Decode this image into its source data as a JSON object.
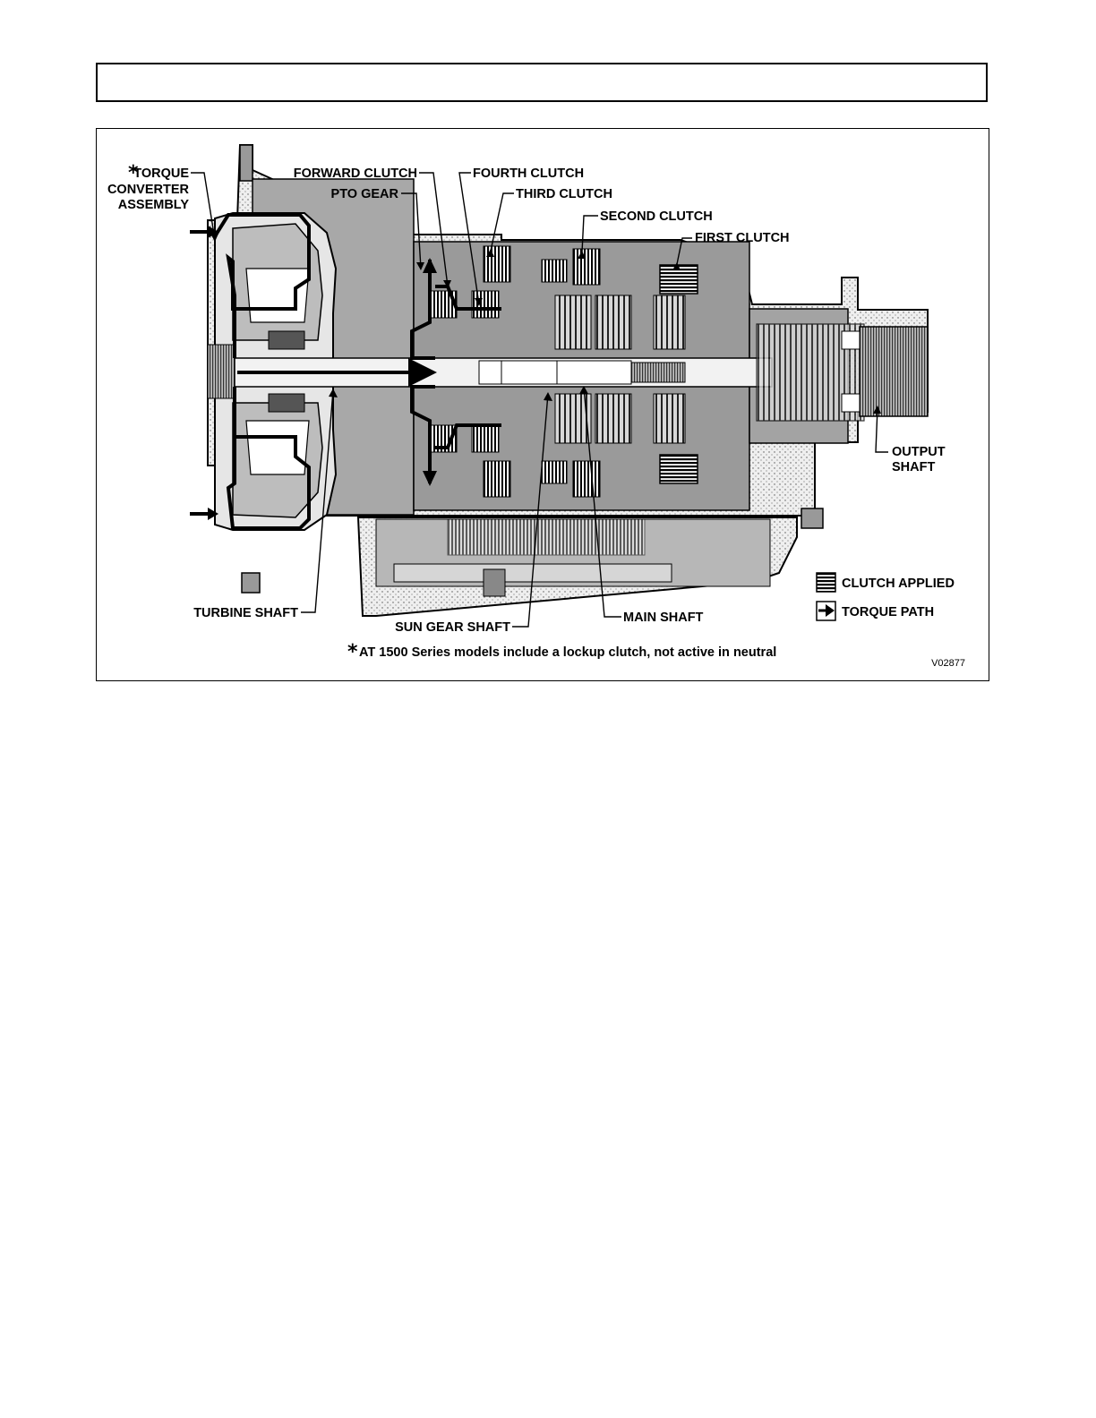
{
  "header": {
    "text": ""
  },
  "figure": {
    "labels": {
      "torque_converter_line1": "TORQUE",
      "torque_converter_line2": "CONVERTER",
      "torque_converter_line3": "ASSEMBLY",
      "forward_clutch": "FORWARD CLUTCH",
      "pto_gear": "PTO GEAR",
      "fourth_clutch": "FOURTH CLUTCH",
      "third_clutch": "THIRD CLUTCH",
      "second_clutch": "SECOND CLUTCH",
      "first_clutch": "FIRST CLUTCH",
      "output_shaft_line1": "OUTPUT",
      "output_shaft_line2": "SHAFT",
      "turbine_shaft": "TURBINE SHAFT",
      "sun_gear_shaft": "SUN GEAR SHAFT",
      "main_shaft": "MAIN SHAFT"
    },
    "asterisk": "*",
    "legend": {
      "clutch_applied": "CLUTCH APPLIED",
      "torque_path": "TORQUE PATH"
    },
    "footnote": "AT 1500 Series models include a lockup clutch, not active in neutral",
    "figure_code": "V02877"
  }
}
